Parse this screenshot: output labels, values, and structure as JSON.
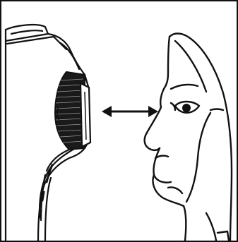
{
  "figure": {
    "alt": "",
    "colors": {
      "line": "#111111",
      "background": "#ffffff",
      "shade": "#1a1a1a"
    },
    "icons": {
      "device": "eye-examination-device",
      "face": "human-face-profile",
      "arrow": "double-headed-arrow"
    }
  }
}
